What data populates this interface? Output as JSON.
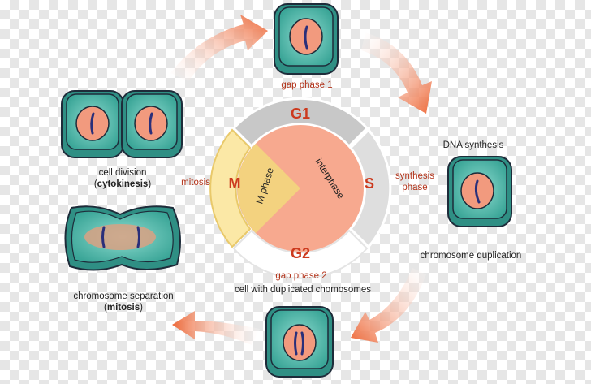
{
  "cycle": {
    "g1": "G1",
    "s": "S",
    "g2": "G2",
    "m": "M",
    "m_phase": "M phase",
    "interphase": "interphase"
  },
  "labels": {
    "gap_phase_1": "gap phase 1",
    "dna_synthesis": "DNA synthesis",
    "synthesis_phase_line1": "synthesis",
    "synthesis_phase_line2": "phase",
    "chromosome_duplication": "chromosome duplication",
    "gap_phase_2": "gap phase 2",
    "duplicated_cell": "cell with duplicated chomosomes",
    "chromosome_separation": "chromosome separation",
    "mitosis_paren_open": "(",
    "mitosis_bold": "mitosis",
    "mitosis_paren_close": ")",
    "cell_division": "cell division",
    "cytokinesis_bold": "cytokinesis",
    "mitosis_side": "mitosis"
  },
  "colors": {
    "arrow": "#ee6a3a",
    "cell_fill": "#4bb6a8",
    "cell_inner": "#7fd3c7",
    "nucleus": "#f29a7e",
    "chromosome": "#2a2f7a",
    "g1_band": "#c9c9c9",
    "s_band": "#dedede",
    "g2_band": "#ffffff",
    "m_band": "#fbe8a6",
    "interphase_disc": "#f7a98f",
    "m_wedge": "#f3d27f",
    "phase_text": "#cc3a1e"
  }
}
